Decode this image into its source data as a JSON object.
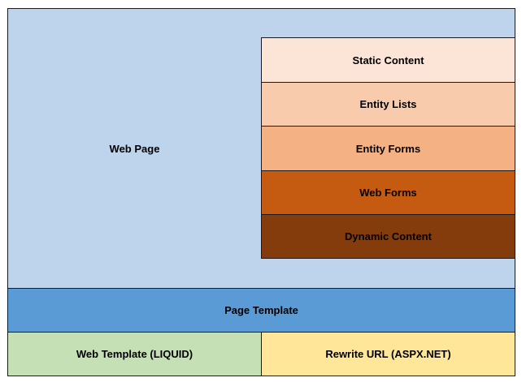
{
  "web_page": {
    "label": "Web Page",
    "color": "#bed4ec"
  },
  "content_stack": [
    {
      "label": "Static Content",
      "color": "#fce4d6"
    },
    {
      "label": "Entity Lists",
      "color": "#f8cbad"
    },
    {
      "label": "Entity Forms",
      "color": "#f4b183"
    },
    {
      "label": "Web Forms",
      "color": "#c55a11"
    },
    {
      "label": "Dynamic Content",
      "color": "#843c0c"
    }
  ],
  "page_template": {
    "label": "Page Template",
    "color": "#5b9bd5"
  },
  "web_template": {
    "label": "Web Template (LIQUID)",
    "color": "#c5e0b4"
  },
  "rewrite_url": {
    "label": "Rewrite URL (ASPX.NET)",
    "color": "#ffe699"
  }
}
